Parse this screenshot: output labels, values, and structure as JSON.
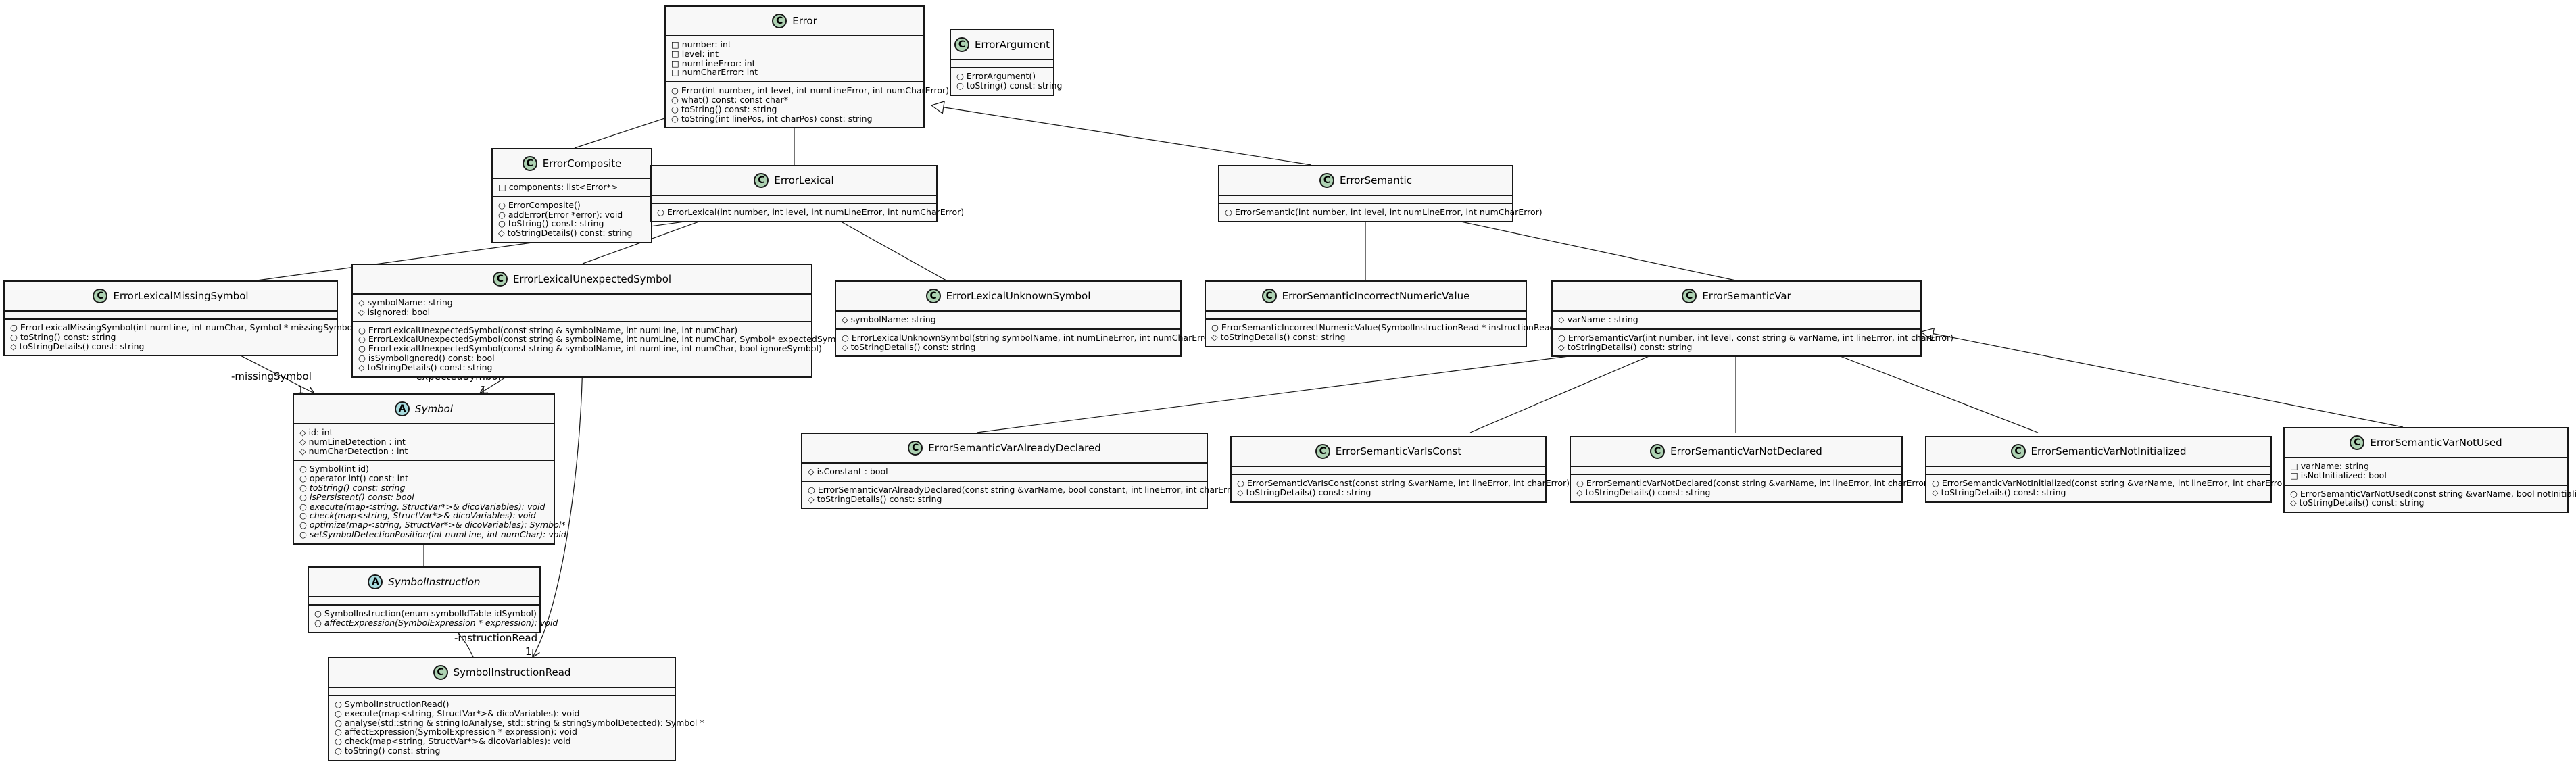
{
  "classes": {
    "error": {
      "name": "Error",
      "kind": "class",
      "fields": [
        "□ number: int",
        "□ level: int",
        "□ numLineError: int",
        "□ numCharError: int"
      ],
      "methods": [
        "○ Error(int number, int level, int numLineError, int numCharError)",
        "○ what() const: const char*",
        "○ toString() const: string",
        "○ toString(int linePos, int charPos) const: string"
      ]
    },
    "error_argument": {
      "name": "ErrorArgument",
      "kind": "class",
      "fields": [],
      "methods": [
        "○ ErrorArgument()",
        "○ toString() const: string"
      ]
    },
    "error_composite": {
      "name": "ErrorComposite",
      "kind": "class",
      "fields": [
        "□ components: list<Error*>"
      ],
      "methods": [
        "○ ErrorComposite()",
        "○ addError(Error *error): void",
        "○ toString() const: string",
        "◇ toStringDetails() const: string"
      ]
    },
    "error_lexical": {
      "name": "ErrorLexical",
      "kind": "class",
      "fields": [],
      "methods": [
        "○ ErrorLexical(int number, int level, int numLineError, int numCharError)"
      ]
    },
    "error_semantic": {
      "name": "ErrorSemantic",
      "kind": "class",
      "fields": [],
      "methods": [
        "○ ErrorSemantic(int number, int level, int numLineError, int numCharError)"
      ]
    },
    "error_lexical_missing_symbol": {
      "name": "ErrorLexicalMissingSymbol",
      "kind": "class",
      "fields": [],
      "methods": [
        "○ ErrorLexicalMissingSymbol(int numLine, int numChar, Symbol * missingSymbol)",
        "○ toString() const: string",
        "◇ toStringDetails() const: string"
      ]
    },
    "error_lexical_unexpected_symbol": {
      "name": "ErrorLexicalUnexpectedSymbol",
      "kind": "class",
      "fields": [
        "◇ symbolName: string",
        "◇ isIgnored: bool"
      ],
      "methods": [
        "○ ErrorLexicalUnexpectedSymbol(const string & symbolName, int numLine, int numChar)",
        "○ ErrorLexicalUnexpectedSymbol(const string & symbolName, int numLine, int numChar, Symbol* expectedSymbol)",
        "○ ErrorLexicalUnexpectedSymbol(const string & symbolName, int numLine, int numChar, bool ignoreSymbol)",
        "○ isSymbolIgnored() const: bool",
        "◇ toStringDetails() const: string"
      ]
    },
    "error_lexical_unknown_symbol": {
      "name": "ErrorLexicalUnknownSymbol",
      "kind": "class",
      "fields": [
        "◇ symbolName: string"
      ],
      "methods": [
        "○ ErrorLexicalUnknownSymbol(string symbolName, int numLineError, int numCharError)",
        "◇ toStringDetails() const: string"
      ]
    },
    "error_semantic_incorrect_numeric_value": {
      "name": "ErrorSemanticIncorrectNumericValue",
      "kind": "class",
      "fields": [],
      "methods": [
        "○ ErrorSemanticIncorrectNumericValue(SymbolInstructionRead * instructionRead)",
        "◇ toStringDetails() const: string"
      ]
    },
    "error_semantic_var": {
      "name": "ErrorSemanticVar",
      "kind": "class",
      "fields": [
        "◇ varName : string"
      ],
      "methods": [
        "○ ErrorSemanticVar(int number, int level, const string & varName, int lineError, int charError)",
        "◇ toStringDetails() const: string"
      ]
    },
    "symbol": {
      "name": "Symbol",
      "kind": "abstract",
      "fields": [
        "◇ id: int",
        "◇ numLineDetection : int",
        "◇ numCharDetection : int"
      ],
      "methods": [
        {
          "text": "○ Symbol(int id)"
        },
        {
          "text": "○ operator int() const: int"
        },
        {
          "text": "○ toString() const: string",
          "italic": true
        },
        {
          "text": "○ isPersistent() const: bool",
          "italic": true
        },
        {
          "text": "○ execute(map<string, StructVar*>& dicoVariables): void",
          "italic": true
        },
        {
          "text": "○ check(map<string, StructVar*>& dicoVariables): void",
          "italic": true
        },
        {
          "text": "○ optimize(map<string, StructVar*>& dicoVariables): Symbol*",
          "italic": true
        },
        {
          "text": "○ setSymbolDetectionPosition(int numLine, int numChar): void",
          "italic": true
        }
      ]
    },
    "symbol_instruction": {
      "name": "SymbolInstruction",
      "kind": "abstract",
      "fields": [],
      "methods": [
        {
          "text": "○ SymbolInstruction(enum symbolIdTable idSymbol)"
        },
        {
          "text": "○ affectExpression(SymbolExpression * expression): void",
          "italic": true
        }
      ]
    },
    "symbol_instruction_read": {
      "name": "SymbolInstructionRead",
      "kind": "class",
      "fields": [],
      "methods": [
        {
          "text": "○ SymbolInstructionRead()"
        },
        {
          "text": "○ execute(map<string, StructVar*>& dicoVariables): void"
        },
        {
          "text": "○ analyse(std::string & stringToAnalyse, std::string & stringSymbolDetected): Symbol *",
          "underline": true
        },
        {
          "text": "○ affectExpression(SymbolExpression * expression): void"
        },
        {
          "text": "○ check(map<string, StructVar*>& dicoVariables): void"
        },
        {
          "text": "○ toString() const: string"
        }
      ]
    },
    "error_semantic_var_already_declared": {
      "name": "ErrorSemanticVarAlreadyDeclared",
      "kind": "class",
      "fields": [
        "◇ isConstant : bool"
      ],
      "methods": [
        "○ ErrorSemanticVarAlreadyDeclared(const string &varName, bool constant, int lineError, int charError)",
        "◇ toStringDetails() const: string"
      ]
    },
    "error_semantic_var_is_const": {
      "name": "ErrorSemanticVarIsConst",
      "kind": "class",
      "fields": [],
      "methods": [
        "○ ErrorSemanticVarIsConst(const string &varName, int lineError, int charError)",
        "◇ toStringDetails() const: string"
      ]
    },
    "error_semantic_var_not_declared": {
      "name": "ErrorSemanticVarNotDeclared",
      "kind": "class",
      "fields": [],
      "methods": [
        "○ ErrorSemanticVarNotDeclared(const string &varName, int lineError, int charError)",
        "◇ toStringDetails() const: string"
      ]
    },
    "error_semantic_var_not_initialized": {
      "name": "ErrorSemanticVarNotInitialized",
      "kind": "class",
      "fields": [],
      "methods": [
        "○ ErrorSemanticVarNotInitialized(const string &varName, int lineError, int charError)",
        "◇ toStringDetails() const: string"
      ]
    },
    "error_semantic_var_not_used": {
      "name": "ErrorSemanticVarNotUsed",
      "kind": "class",
      "fields": [
        "□ varName: string",
        "□ isNotInitialized: bool"
      ],
      "methods": [
        "○ ErrorSemanticVarNotUsed(const string &varName, bool notInitialized)",
        "◇ toStringDetails() const: string"
      ]
    }
  },
  "relations": {
    "missing_symbol": {
      "role": "-missingSymbol",
      "multiplicity": "1"
    },
    "expected_symbol": {
      "role": "-expectedSymbol",
      "multiplicity": "1"
    },
    "instruction_read": {
      "role": "-instructionRead",
      "multiplicity": "1"
    },
    "unexpected_to_read_multiplicity": "1"
  },
  "colors": {
    "class_badge": "#ADD1B2",
    "abstract_badge": "#A9DCDF",
    "box_fill": "#F8F8F8",
    "line": "#181818"
  }
}
